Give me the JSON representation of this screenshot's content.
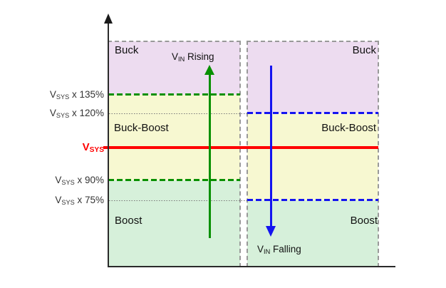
{
  "y_axis_labels": [
    {
      "base": "V",
      "sub": "SYS",
      "rest": " x 135%"
    },
    {
      "base": "V",
      "sub": "SYS",
      "rest": " x 120%"
    },
    {
      "base": "V",
      "sub": "SYS",
      "rest": ""
    },
    {
      "base": "V",
      "sub": "SYS",
      "rest": " x 90%"
    },
    {
      "base": "V",
      "sub": "SYS",
      "rest": " x 75%"
    }
  ],
  "columns": {
    "rising": {
      "buck": "Buck",
      "buck_boost": "Buck-Boost",
      "boost": "Boost",
      "annotation": {
        "base": "V",
        "sub": "IN",
        "rest": " Rising"
      }
    },
    "falling": {
      "buck": "Buck",
      "buck_boost": "Buck-Boost",
      "boost": "Boost",
      "annotation": {
        "base": "V",
        "sub": "IN",
        "rest": " Falling"
      }
    }
  },
  "colors": {
    "buck_fill": "#EDDCF0",
    "buck_boost_fill": "#F7F8D1",
    "boost_fill": "#D6F0DA",
    "rising_threshold_line": "#089000",
    "falling_threshold_line": "#1414F0",
    "vsys_line": "#FF0000",
    "box_border": "#999999",
    "axis": "#2A2A2A"
  }
}
